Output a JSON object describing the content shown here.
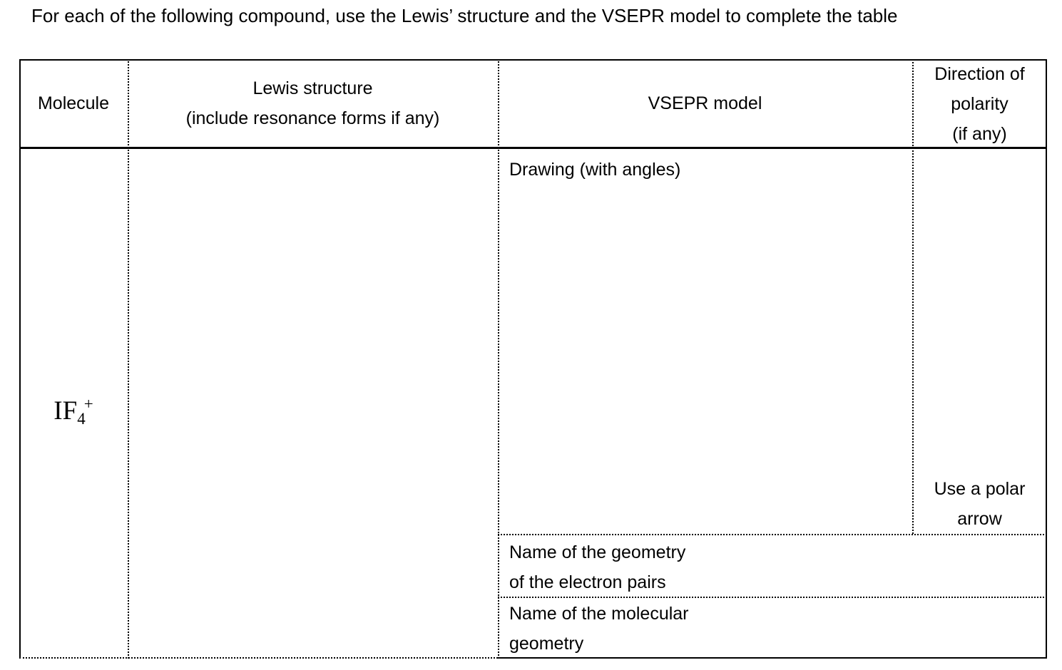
{
  "page": {
    "background": "#ffffff",
    "text_color": "#000000",
    "border_color": "#000000"
  },
  "title": "For each of the following compound, use the Lewis’ structure and the VSEPR model to complete the table",
  "table": {
    "headers": {
      "molecule": "Molecule",
      "lewis_line1": "Lewis structure",
      "lewis_line2": "(include resonance forms if any)",
      "vsepr": "VSEPR model",
      "direction_line1": "Direction of",
      "direction_line2": "polarity",
      "direction_line3": "(if any)"
    },
    "row": {
      "molecule_formula": {
        "base": "IF",
        "subscript": "4",
        "superscript": "+"
      },
      "vsepr_drawing_label": "Drawing (with angles)",
      "polarity_note_line1": "Use a polar",
      "polarity_note_line2": "arrow",
      "electron_geometry_label_line1": "Name of the geometry",
      "electron_geometry_label_line2": "of the electron pairs",
      "molecular_geometry_label_line1": "Name of the molecular",
      "molecular_geometry_label_line2": "geometry"
    }
  }
}
